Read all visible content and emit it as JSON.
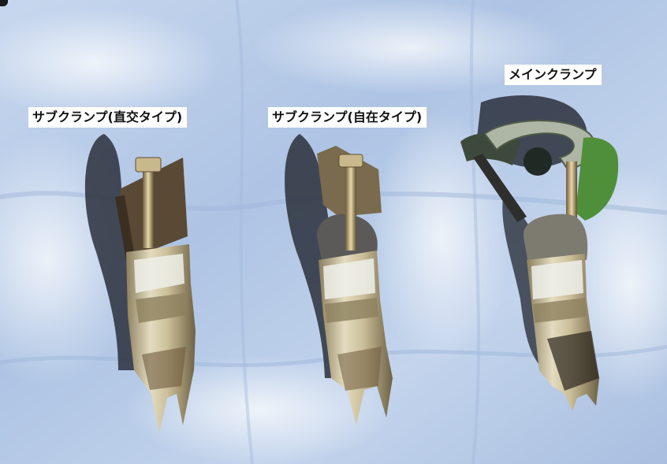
{
  "captions": {
    "left": "サブクランプ(直交タイプ)",
    "middle": "サブクランプ(自在タイプ)",
    "right": "メインクランプ"
  },
  "objects": [
    {
      "kind": "clamp",
      "variant": "orthogonal",
      "color": "#cfc7a8"
    },
    {
      "kind": "clamp",
      "variant": "swivel",
      "color": "#cfc7a8"
    },
    {
      "kind": "clamp",
      "variant": "main",
      "color": "#d9d6c8",
      "accent": "#4f8f3a"
    }
  ],
  "colors": {
    "background_fabric": "#b9cbe6",
    "fabric_light": "#e9f0fa",
    "shadow": "#2a2f3b",
    "metal": "#cfc7a8",
    "rust": "#8a6a3a",
    "green_part": "#4f8f3a"
  }
}
